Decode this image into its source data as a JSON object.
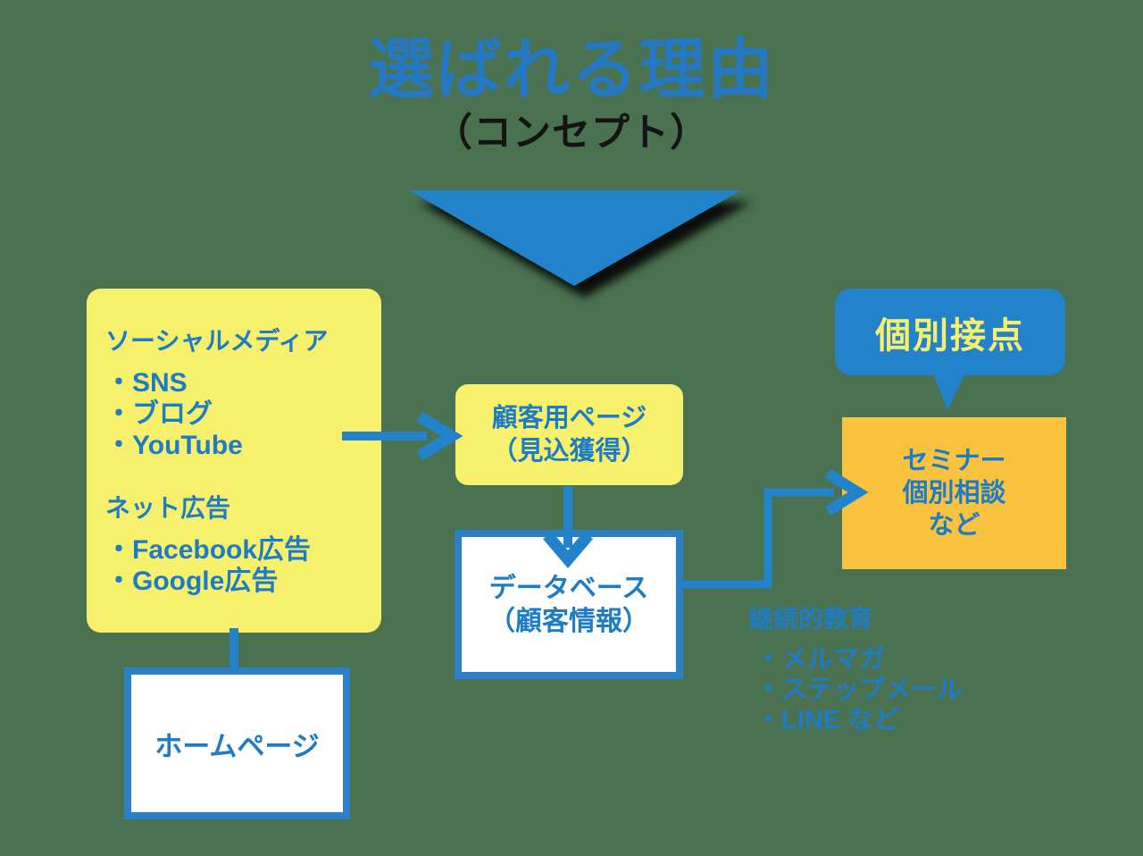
{
  "header": {
    "title": "選ばれる理由",
    "subtitle": "（コンセプト）"
  },
  "social_box": {
    "heading1": "ソーシャルメディア",
    "items1": [
      "・SNS",
      "・ブログ",
      "・YouTube"
    ],
    "heading2": "ネット広告",
    "items2": [
      "・Facebook広告",
      "・Google広告"
    ]
  },
  "lead_box": {
    "line1": "顧客用ページ",
    "line2": "（見込獲得）"
  },
  "database_box": {
    "line1": "データベース",
    "line2": "（顧客情報）"
  },
  "contact_bubble": {
    "label": "個別接点"
  },
  "seminar_box": {
    "line1": "セミナー",
    "line2": "個別相談",
    "line3": "など"
  },
  "education": {
    "heading": "継続的教育",
    "items": [
      "・メルマガ",
      "・ステップメール",
      "・LINE など"
    ]
  },
  "homepage_box": {
    "label": "ホームページ"
  },
  "colors": {
    "accent_blue": "#2282CA",
    "text_blue": "#1E7CC5",
    "box_yellow": "#F7F06D",
    "box_orange": "#F9C340",
    "background_green": "#4A7150",
    "white": "#FFFFFF",
    "black": "#141414"
  }
}
